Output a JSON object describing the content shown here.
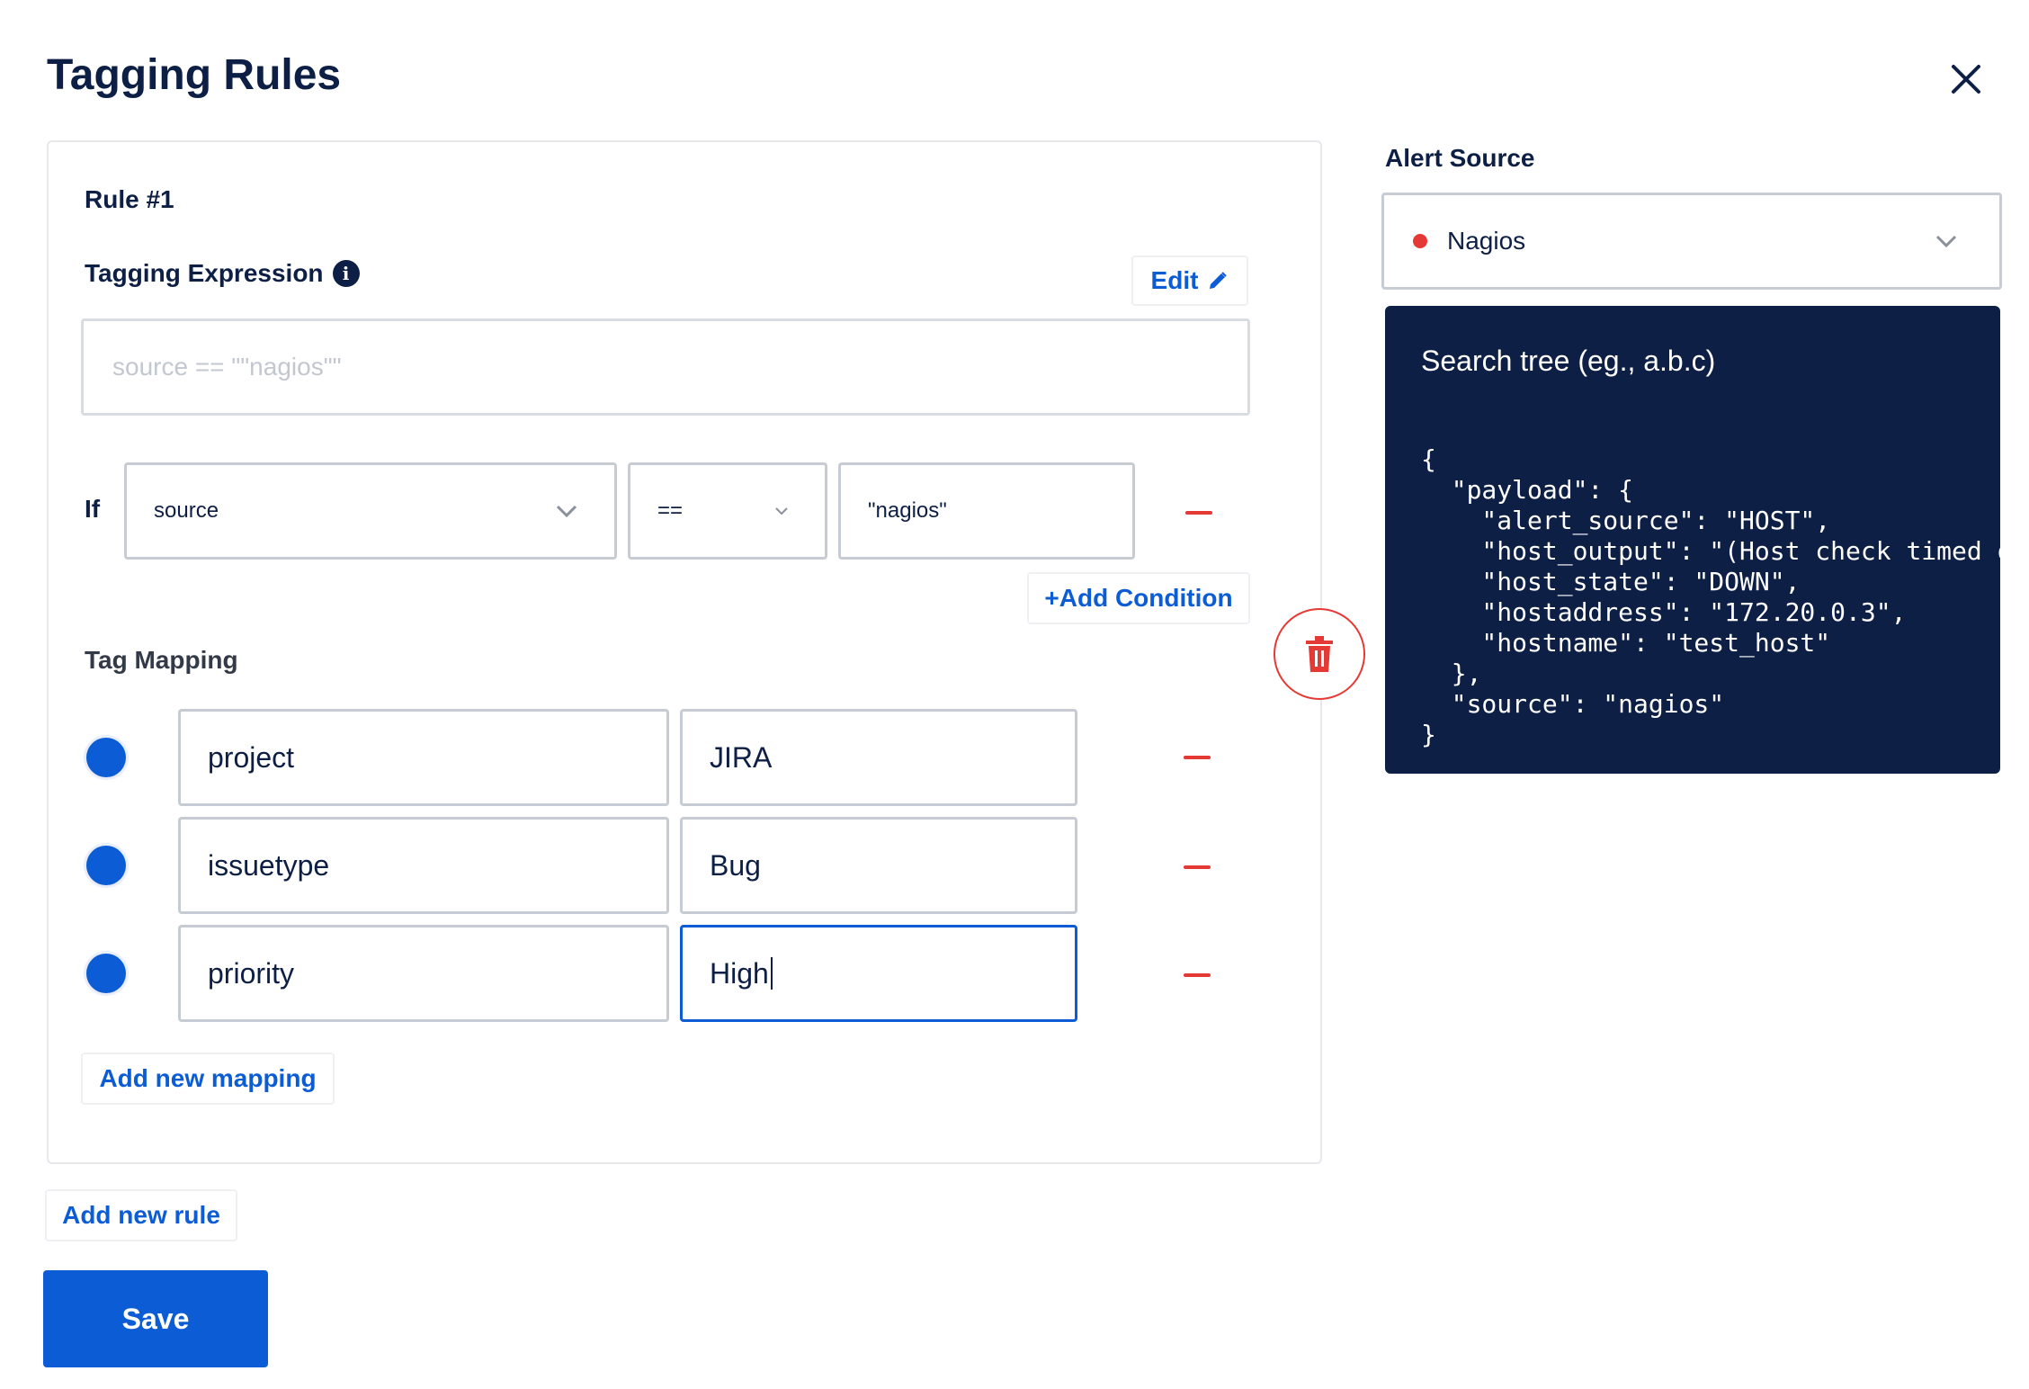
{
  "header": {
    "title": "Tagging Rules",
    "close_icon": "close-icon"
  },
  "rule": {
    "title": "Rule #1",
    "expression_label": "Tagging Expression",
    "info_icon": "i",
    "edit_label": "Edit",
    "expression_placeholder": "source == \"\"nagios\"\"",
    "if_label": "If",
    "condition": {
      "field": "source",
      "operator": "==",
      "value": "\"nagios\""
    },
    "add_condition_label": "+Add Condition",
    "tag_mapping_label": "Tag Mapping",
    "mappings": [
      {
        "key": "project",
        "value": "JIRA"
      },
      {
        "key": "issuetype",
        "value": "Bug"
      },
      {
        "key": "priority",
        "value": "High"
      }
    ],
    "add_mapping_label": "Add new mapping"
  },
  "footer": {
    "add_rule_label": "Add new rule",
    "save_label": "Save"
  },
  "alert_source": {
    "label": "Alert Source",
    "selected": "Nagios",
    "status_color": "#e53935"
  },
  "tree": {
    "search_placeholder": "Search tree (eg., a.b.c)",
    "lines": [
      "{",
      "  \"payload\": {",
      "    \"alert_source\": \"HOST\",",
      "    \"host_output\": \"(Host check timed ou",
      "    \"host_state\": \"DOWN\",",
      "    \"hostaddress\": \"172.20.0.3\",",
      "    \"hostname\": \"test_host\"",
      "  },",
      "  \"source\": \"nagios\"",
      "}"
    ]
  },
  "colors": {
    "accent": "#0b5cd5",
    "danger": "#e53935",
    "navy": "#0d1f45"
  }
}
